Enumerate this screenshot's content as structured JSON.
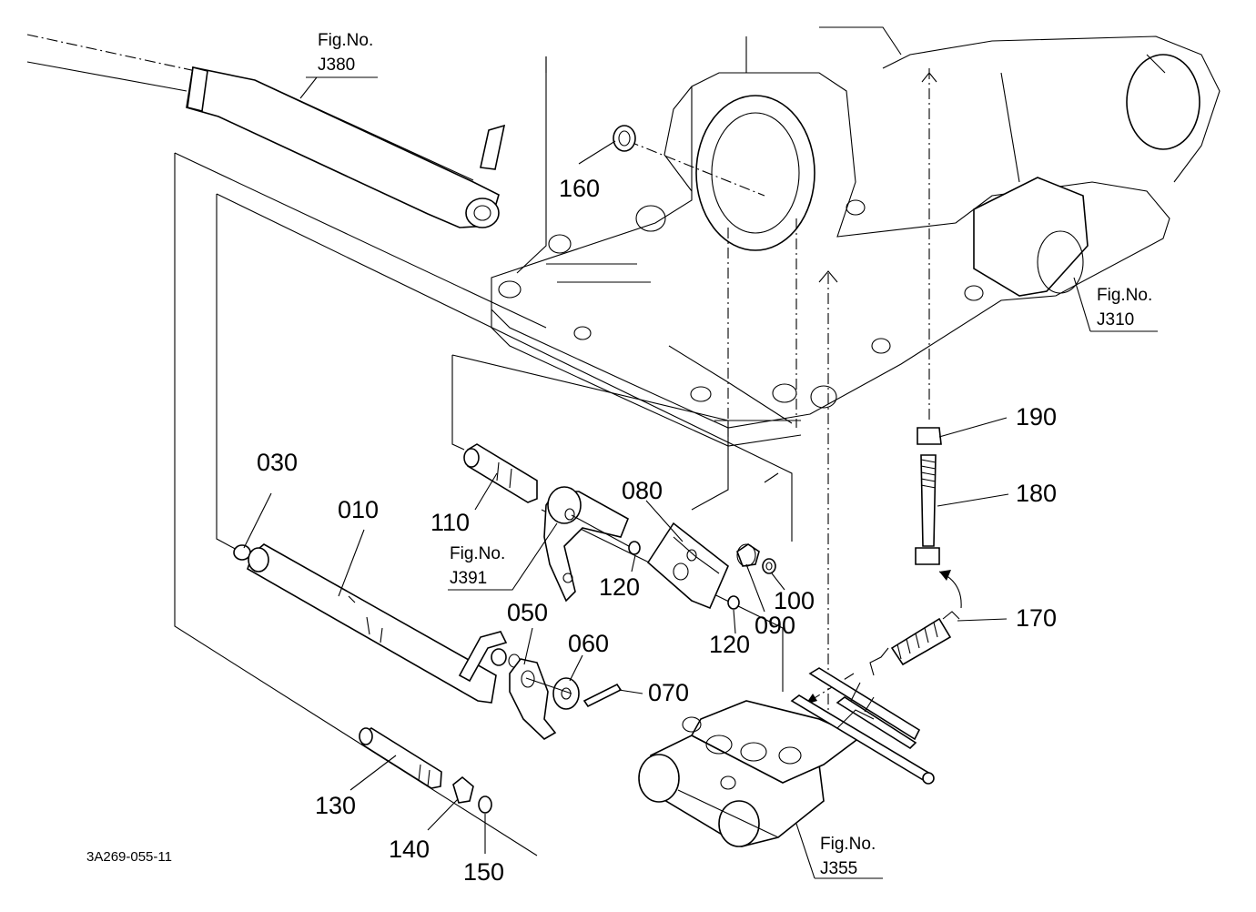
{
  "drawing_code": "3A269-055-11",
  "part_labels": {
    "p010": "010",
    "p030": "030",
    "p050": "050",
    "p060": "060",
    "p070": "070",
    "p080": "080",
    "p090": "090",
    "p100": "100",
    "p110": "110",
    "p120a": "120",
    "p120b": "120",
    "p130": "130",
    "p140": "140",
    "p150": "150",
    "p160": "160",
    "p170": "170",
    "p180": "180",
    "p190": "190"
  },
  "fig_refs": {
    "j380": {
      "prefix": "Fig.No.",
      "number": "J380"
    },
    "j310": {
      "prefix": "Fig.No.",
      "number": "J310"
    },
    "j391": {
      "prefix": "Fig.No.",
      "number": "J391"
    },
    "j355": {
      "prefix": "Fig.No.",
      "number": "J355"
    }
  }
}
